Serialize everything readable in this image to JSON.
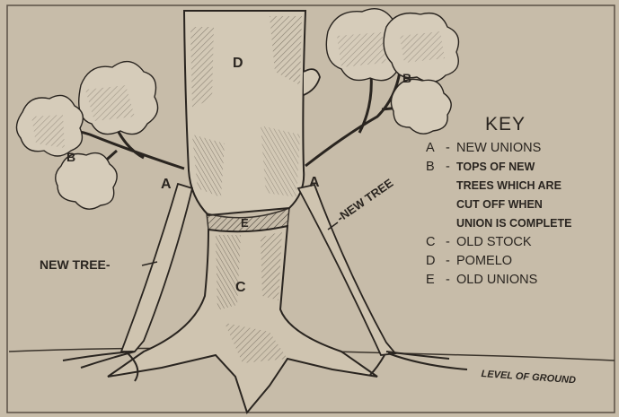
{
  "labels": {
    "a_left": "A",
    "a_right": "A",
    "b_left": "B",
    "b_right": "B",
    "c": "C",
    "d": "D",
    "e": "E",
    "new_tree_left": "NEW TREE-",
    "new_tree_right": "-NEW TREE",
    "level_of_ground": "LEVEL OF GROUND"
  },
  "key": {
    "title": "KEY",
    "items": [
      {
        "letter": "A",
        "lines": [
          "NEW UNIONS"
        ]
      },
      {
        "letter": "B",
        "lines": [
          "TOPS OF NEW",
          "TREES WHICH ARE",
          "CUT OFF WHEN",
          "UNION IS COMPLETE"
        ]
      },
      {
        "letter": "C",
        "lines": [
          "OLD STOCK"
        ]
      },
      {
        "letter": "D",
        "lines": [
          "POMELO"
        ]
      },
      {
        "letter": "E",
        "lines": [
          "OLD UNIONS"
        ]
      }
    ]
  },
  "colors": {
    "paper": "#c7bca9",
    "ink": "#2a2520"
  }
}
